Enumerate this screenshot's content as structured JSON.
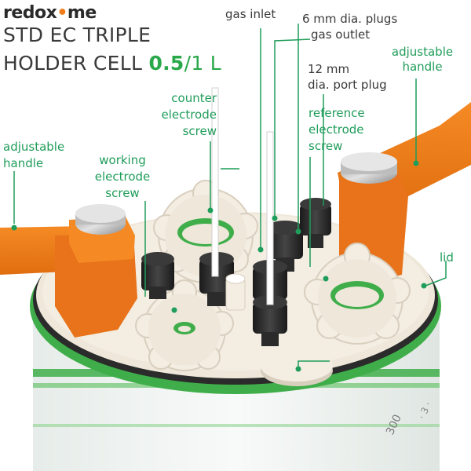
{
  "brand": {
    "name": "redox",
    "mid": "•",
    "end": "me"
  },
  "title": {
    "line1": "STD EC TRIPLE",
    "line2_text": "HOLDER CELL",
    "line2_accent": "0.5",
    "line2_rest": "/1 L"
  },
  "labels": {
    "gas_inlet": "gas inlet",
    "plugs_6mm": "6 mm dia. plugs",
    "gas_outlet": "gas outlet",
    "handle_right_1": "adjustable",
    "handle_right_2": "handle",
    "port_plug_1": "12 mm",
    "port_plug_2": "dia. port plug",
    "counter_1": "counter",
    "counter_2": "electrode",
    "counter_3": "screw",
    "reference_1": "reference",
    "reference_2": "electrode",
    "reference_3": "screw",
    "handle_left_1": "adjustable",
    "handle_left_2": "handle",
    "working_1": "working",
    "working_2": "electrode",
    "working_3": "screw",
    "lid": "lid"
  },
  "colors": {
    "orange": "#f07c1a",
    "green": "#2aa84a",
    "label_green": "#1f9d5a",
    "cream": "#efe7da",
    "dark": "#2b2b2b"
  }
}
